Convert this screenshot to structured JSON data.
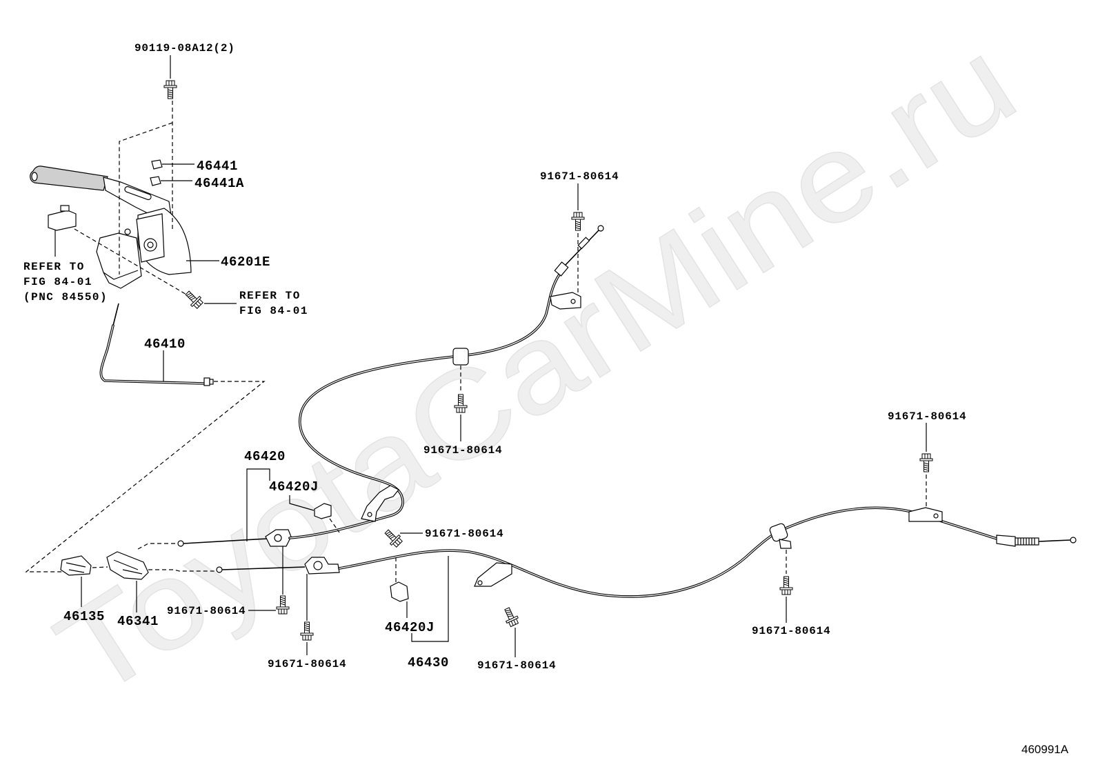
{
  "diagram": {
    "watermark": "ToyotaCarMine.ru",
    "figure_id": "460991A"
  },
  "callouts": {
    "bolt_90119": "90119-08A12(2)",
    "part_46441": "46441",
    "part_46441a": "46441A",
    "part_46201e": "46201E",
    "refer_switch": [
      "REFER TO",
      "FIG 84-01",
      "(PNC 84550)"
    ],
    "refer_bolt": [
      "REFER TO",
      "FIG 84-01"
    ],
    "part_46410": "46410",
    "part_46420": "46420",
    "part_46420j_upper": "46420J",
    "part_46420j_lower": "46420J",
    "part_46430": "46430",
    "part_46135": "46135",
    "part_46341": "46341",
    "bolt_91671": [
      "91671-80614",
      "91671-80614",
      "91671-80614",
      "91671-80614",
      "91671-80614",
      "91671-80614",
      "91671-80614",
      "91671-80614"
    ]
  },
  "colors": {
    "line": "#000000",
    "grip": "#cfcfcf",
    "watermark": "#efefef",
    "background": "#ffffff"
  }
}
